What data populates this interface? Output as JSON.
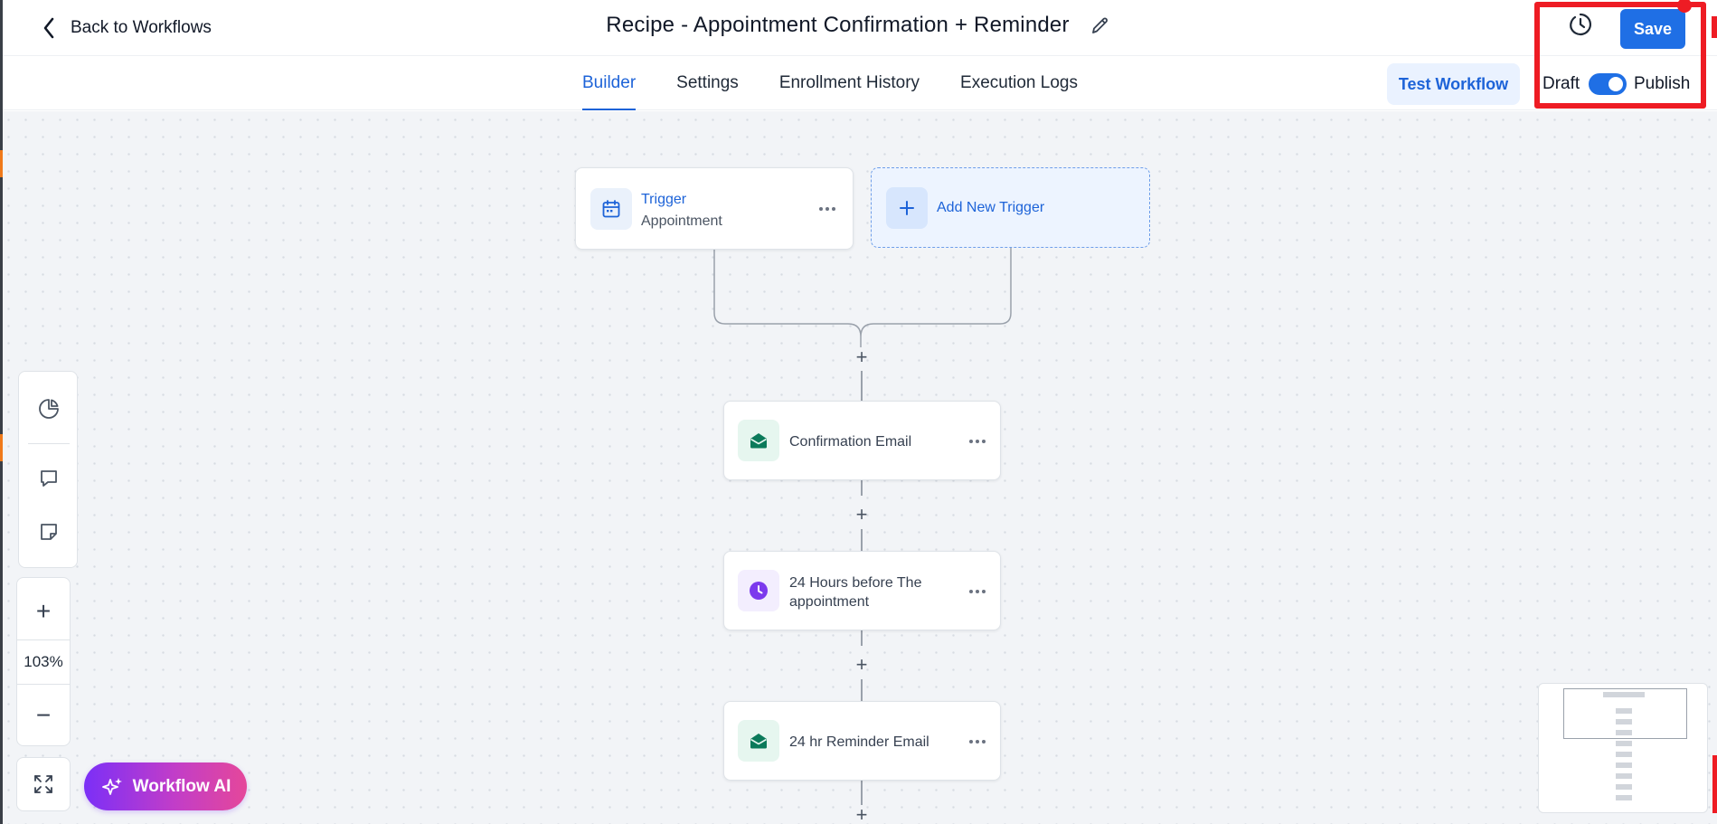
{
  "header": {
    "back_label": "Back to Workflows",
    "title": "Recipe - Appointment Confirmation + Reminder",
    "save_label": "Save",
    "draft_label": "Draft",
    "publish_label": "Publish",
    "publish_toggle_on": true,
    "test_workflow_label": "Test Workflow"
  },
  "tabs": [
    {
      "label": "Builder",
      "active": true
    },
    {
      "label": "Settings",
      "active": false
    },
    {
      "label": "Enrollment History",
      "active": false
    },
    {
      "label": "Execution Logs",
      "active": false
    }
  ],
  "canvas": {
    "trigger": {
      "title": "Trigger",
      "subtitle": "Appointment",
      "icon": "calendar-icon"
    },
    "add_trigger": {
      "label": "Add New Trigger",
      "icon": "plus-icon"
    },
    "actions": [
      {
        "label": "Confirmation Email",
        "icon": "email-icon"
      },
      {
        "label": "24 Hours before The appointment",
        "icon": "clock-icon"
      },
      {
        "label": "24 hr Reminder Email",
        "icon": "email-icon"
      }
    ]
  },
  "tools": {
    "zoom_level": "103%",
    "ai_label": "Workflow AI"
  },
  "colors": {
    "accent": "#1d63d8",
    "save_button": "#1f6fe5",
    "highlight": "#ee1c24",
    "email_icon": "#0b7a5a",
    "clock_icon": "#7c3aed"
  }
}
